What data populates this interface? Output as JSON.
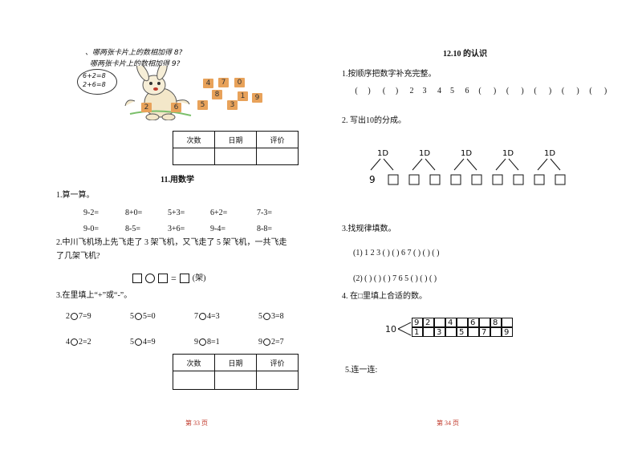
{
  "left": {
    "intro_q1": "、哪两张卡片上的数相加得 8?",
    "intro_q2": "哪两张卡片上的数相加得 9?",
    "bubble_line1": "6+2=8",
    "bubble_line2": "2+6=8",
    "cards": [
      "4",
      "7",
      "0",
      "2",
      "6",
      "8",
      "1",
      "3",
      "5",
      "9"
    ],
    "score_table_headers": [
      "次数",
      "日期",
      "评价"
    ],
    "section_title": "11.用数学",
    "q1_label": "1.算一算。",
    "q1_row1": [
      "9-2=",
      "8+0=",
      "5+3=",
      "6+2=",
      "7-3="
    ],
    "q1_row2": [
      "9-0=",
      "8-5=",
      "3+6=",
      "9-4=",
      "8-8="
    ],
    "q2_text_line1": "2.中川飞机场上先飞走了 3 架飞机，又飞走了 5 架飞机，一共飞走",
    "q2_text_line2": "了几架飞机?",
    "q2_unit": "(架)",
    "q3_label": "3.在里填上“+”或“-”。",
    "q3_row1": [
      {
        "a": "2",
        "b": "7=9"
      },
      {
        "a": "5",
        "b": "5=0"
      },
      {
        "a": "7",
        "b": "4=3"
      },
      {
        "a": "5",
        "b": "3=8"
      }
    ],
    "q3_row2": [
      {
        "a": "4",
        "b": "2=2"
      },
      {
        "a": "5",
        "b": "4=9"
      },
      {
        "a": "9",
        "b": "8=1"
      },
      {
        "a": "9",
        "b": "2=7"
      }
    ],
    "footer": "第 33 页"
  },
  "right": {
    "section_title": "12.10 的认识",
    "q1_label": "1.按顺序把数字补充完整。",
    "q1_sequence": [
      "(",
      ")",
      "(",
      ")",
      "2",
      "3",
      "4",
      "5",
      "6",
      "(",
      ")",
      "(",
      ")",
      "(",
      ")",
      "(",
      ")",
      "(",
      ")"
    ],
    "q2_label": "2. 写出10的分成。",
    "q2_trees": [
      "1D",
      "1D",
      "1D",
      "1D",
      "1D"
    ],
    "q2_first_part": "9",
    "q3_label": "3.找规律填数。",
    "q3_row1": "(1) 1   2   3  (   )  (   ) 6 7  (   )  (   )  (   )",
    "q3_row2": "(2)  (   )  (   )  (   ) 7  6  5  (   )  (   )  (   )",
    "q4_label": "4. 在□里填上合适的数。",
    "q4_root": "10",
    "q4_top": [
      "9",
      "2",
      "",
      "4",
      "",
      "6",
      "",
      "8",
      ""
    ],
    "q4_bottom": [
      "1",
      "",
      "3",
      "",
      "5",
      "",
      "7",
      "",
      "9"
    ],
    "q5_label": "5.连一连:",
    "footer": "第 34 页"
  }
}
